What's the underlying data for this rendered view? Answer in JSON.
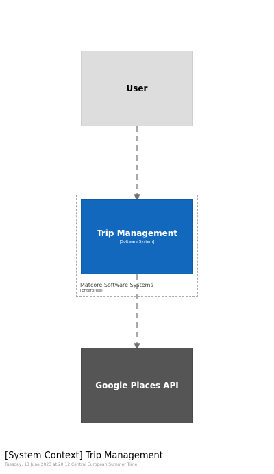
{
  "nodes": {
    "user": {
      "title": "User"
    },
    "trip": {
      "title": "Trip Management",
      "tag": "[Software System]"
    },
    "google": {
      "title": "Google Places API"
    }
  },
  "boundary": {
    "label": "Matcore Software Systems",
    "tag": "[Enterprise]"
  },
  "footer": {
    "title": "[System Context] Trip Management",
    "date": "Tuesday, 13 June 2023 at 20:12 Central European Summer Time"
  },
  "colors": {
    "person": "#dddddd",
    "software_system": "#1168bd",
    "external_system": "#555555",
    "edge": "#707070"
  },
  "edges": [
    {
      "from": "user",
      "to": "trip",
      "style": "dashed"
    },
    {
      "from": "trip",
      "to": "google",
      "style": "dashed"
    }
  ]
}
